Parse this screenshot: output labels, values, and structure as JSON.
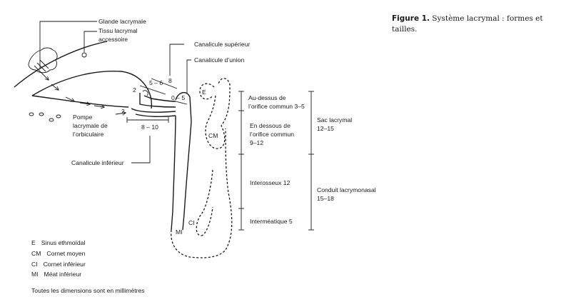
{
  "caption": {
    "label": "Figure 1.",
    "text": "Système lacrymal : formes et tailles."
  },
  "labels": {
    "glande": "Glande lacrymale",
    "tissu_1": "Tissu lacrymal",
    "tissu_2": "accessoire",
    "can_sup": "Canalicule supérieur",
    "can_union": "Canalicule d’union",
    "pompe_1": "Pompe",
    "pompe_2": "lacrymale de",
    "pompe_3": "l’orbiculaire",
    "can_inf": "Canalicule inférieur",
    "e": "E",
    "cm": "CM",
    "ci": "CI",
    "mi": "MI"
  },
  "dimensions": {
    "d2_upper": "2",
    "d5_6": "5 – 6",
    "d8": "8",
    "d0_5": "0 – 5",
    "d2_lower": "2",
    "d8_10": "8 – 10"
  },
  "measurements": {
    "au_dessus_1": "Au-dessus de",
    "au_dessus_2": "l’orifice commun 3–5",
    "en_dessous_1": "En dessous de",
    "en_dessous_2": "l’orifice commun",
    "en_dessous_3": "9–12",
    "interosseux": "Interosseux 12",
    "intermeatique": "Interméatique 5",
    "sac_1": "Sac lacrymal",
    "sac_2": "12–15",
    "conduit_1": "Conduit lacrymonasal",
    "conduit_2": "15–18"
  },
  "legend": [
    {
      "abbr": "E",
      "text": "Sinus ethmoïdal"
    },
    {
      "abbr": "CM",
      "text": "Cornet moyen"
    },
    {
      "abbr": "CI",
      "text": "Cornet inférieur"
    },
    {
      "abbr": "MI",
      "text": "Méat inférieur"
    }
  ],
  "note": "Toutes les dimensions sont en millimètres"
}
